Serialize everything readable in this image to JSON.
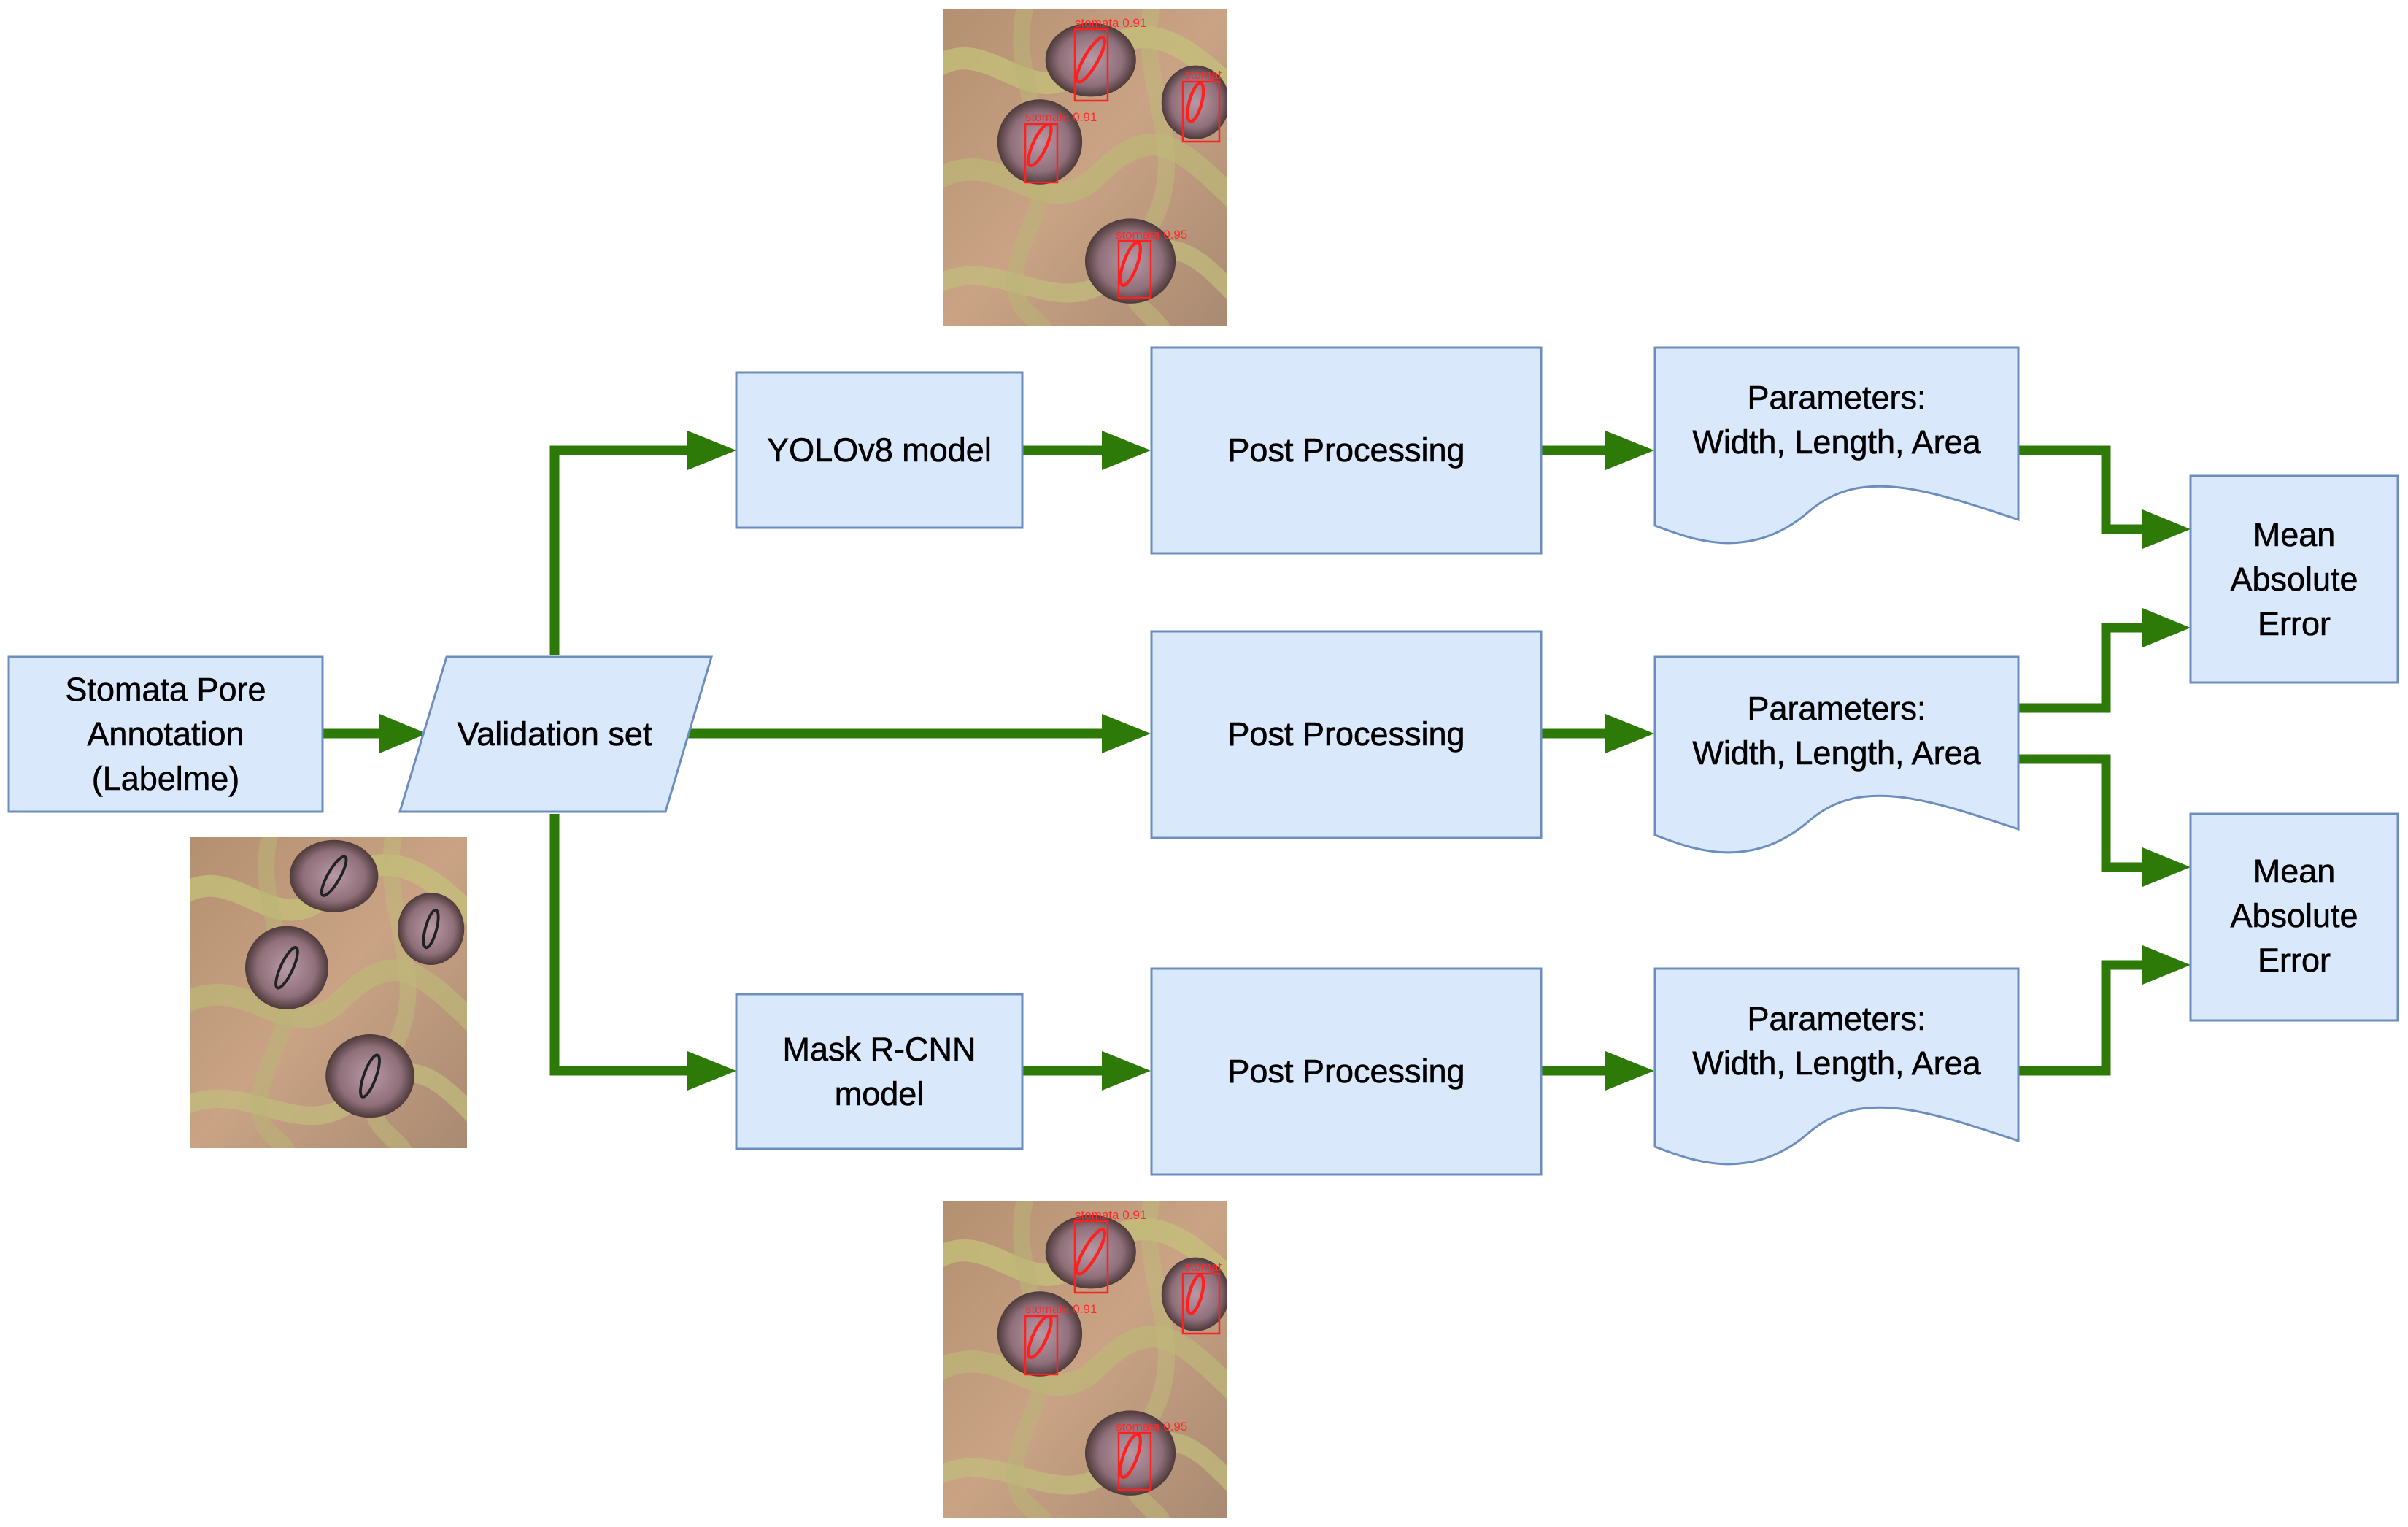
{
  "nodes": {
    "annotation": "Stomata Pore Annotation (Labelme)",
    "annotation_lines": [
      "Stomata Pore",
      "Annotation",
      "(Labelme)"
    ],
    "validation": "Validation set",
    "yolo": "YOLOv8 model",
    "maskrcnn_lines": [
      "Mask R-CNN",
      "model"
    ],
    "post_top": "Post Processing",
    "post_mid": "Post Processing",
    "post_bot": "Post Processing",
    "params_top_lines": [
      "Parameters:",
      "Width, Length, Area"
    ],
    "params_mid_lines": [
      "Parameters:",
      "Width, Length, Area"
    ],
    "params_bot_lines": [
      "Parameters:",
      "Width, Length, Area"
    ],
    "mae_top_lines": [
      "Mean",
      "Absolute",
      "Error"
    ],
    "mae_bot_lines": [
      "Mean",
      "Absolute",
      "Error"
    ]
  },
  "detections": {
    "top_image": [
      "stomata 0.91",
      "stomat",
      "stomata 0.91",
      "stomata 0.95"
    ],
    "bottom_image": [
      "stomata 0.91",
      "stomat",
      "stomata 0.91",
      "stomata 0.95"
    ]
  },
  "colors": {
    "box_fill": "#dae8fc",
    "box_stroke": "#6c8ebf",
    "arrow": "#2d7a08",
    "detection": "#ff2020"
  }
}
